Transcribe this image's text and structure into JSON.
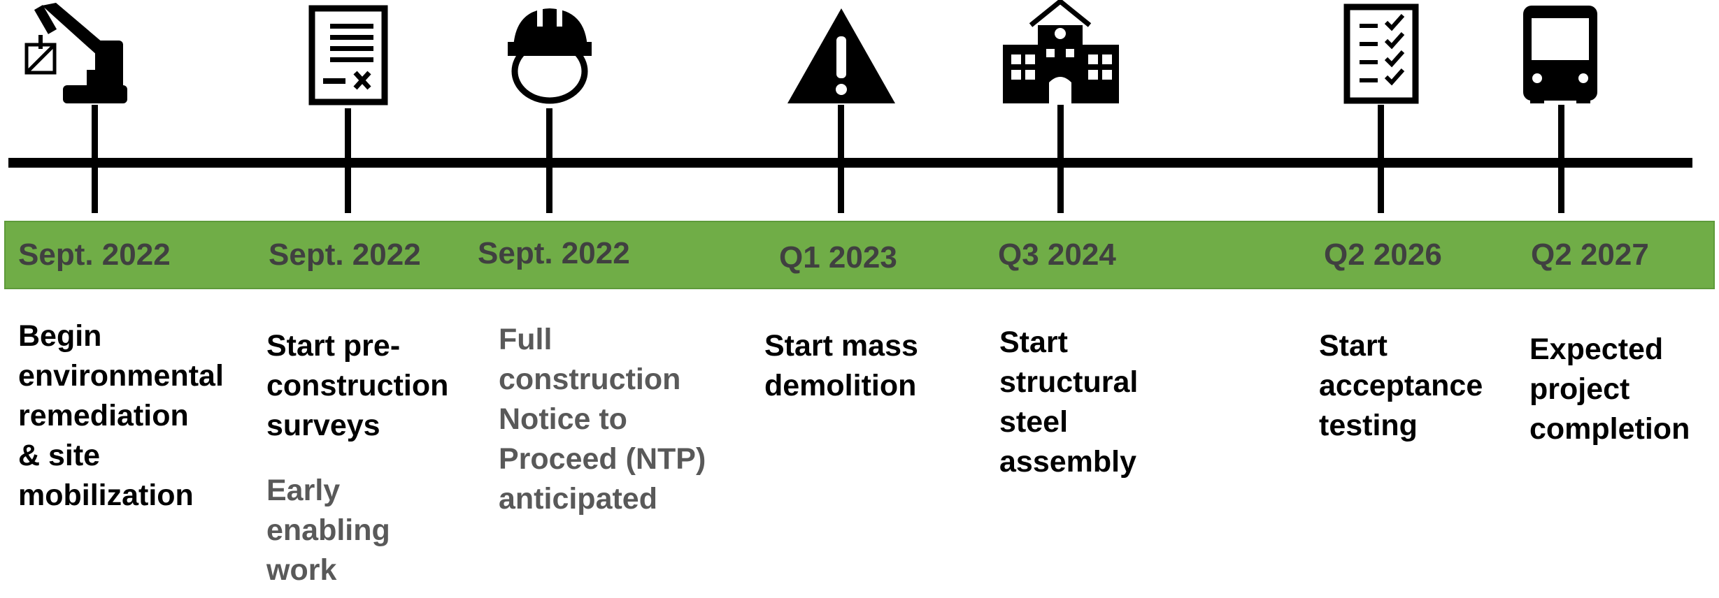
{
  "colors": {
    "band": "#70ad47",
    "line": "#000000",
    "date_text": "#404040",
    "primary_text": "#000000",
    "secondary_text": "#595959"
  },
  "milestones": [
    {
      "icon": "crane-icon",
      "date": "Sept. 2022",
      "lines": [
        "Begin",
        "environmental",
        "remediation",
        "& site",
        "mobilization"
      ],
      "style": "primary"
    },
    {
      "icon": "document-icon",
      "date": "Sept. 2022",
      "lines": [
        "Start pre-",
        "construction",
        "surveys"
      ],
      "note_lines": [
        "Early",
        "enabling",
        "work"
      ],
      "style": "primary"
    },
    {
      "icon": "hard-hat-icon",
      "date": "Sept. 2022",
      "lines": [
        "Full",
        "construction",
        "Notice to",
        "Proceed (NTP)",
        "anticipated"
      ],
      "style": "secondary"
    },
    {
      "icon": "warning-icon",
      "date": "Q1 2023",
      "lines": [
        "Start mass",
        "demolition"
      ],
      "style": "primary"
    },
    {
      "icon": "building-icon",
      "date": "Q3 2024",
      "lines": [
        "Start",
        "structural",
        "steel",
        "assembly"
      ],
      "style": "primary"
    },
    {
      "icon": "checklist-icon",
      "date": "Q2 2026",
      "lines": [
        "Start",
        "acceptance",
        "testing"
      ],
      "style": "primary"
    },
    {
      "icon": "bus-icon",
      "date": "Q2 2027",
      "lines": [
        "Expected",
        "project",
        "completion"
      ],
      "style": "primary"
    }
  ]
}
